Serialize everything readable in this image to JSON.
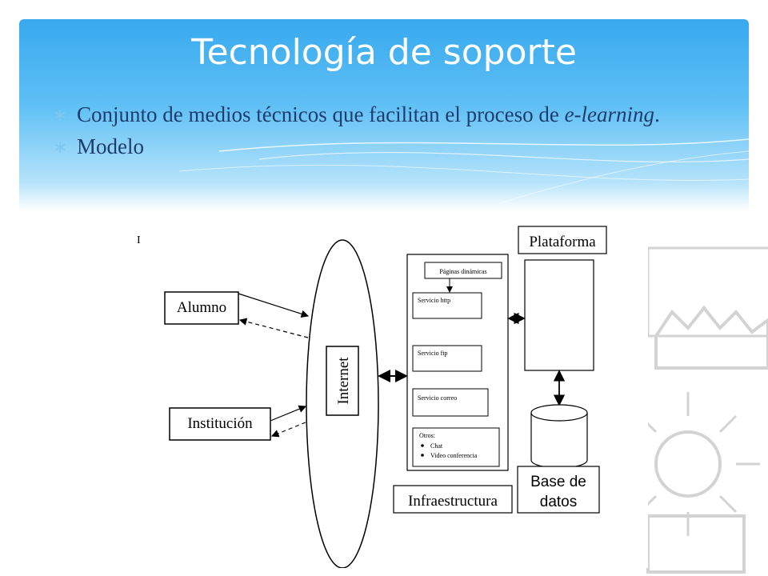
{
  "slide": {
    "title": "Tecnología de soporte",
    "bullets": [
      {
        "text_plain": "Conjunto de medios técnicos que facilitan el proceso de ",
        "text_italic": "e-learning",
        "text_after": "."
      },
      {
        "text_plain": "Modelo"
      }
    ]
  },
  "diagram": {
    "nodes": {
      "alumno": "Alumno",
      "institucion": "Institución",
      "internet": "Internet",
      "plataforma": "Plataforma",
      "paginas_dinamicas": "Páginas dinámicas",
      "servicio_http": "Servicio http",
      "servicio_ftp": "Servicio ftp",
      "servicio_correo": "Servicio correo",
      "otros": "Otros:",
      "otros_items": [
        "Chat",
        "Video conferencia"
      ],
      "infraestructura": "Infraestructura",
      "base_datos_1": "Base de",
      "base_datos_2": "datos",
      "stray_mark": "I"
    }
  },
  "colors": {
    "title": "#ffffff",
    "bullet_text": "#1f3c6e",
    "bullet_mark": "#7ec8f0",
    "header_blue": "#37a9ee"
  }
}
